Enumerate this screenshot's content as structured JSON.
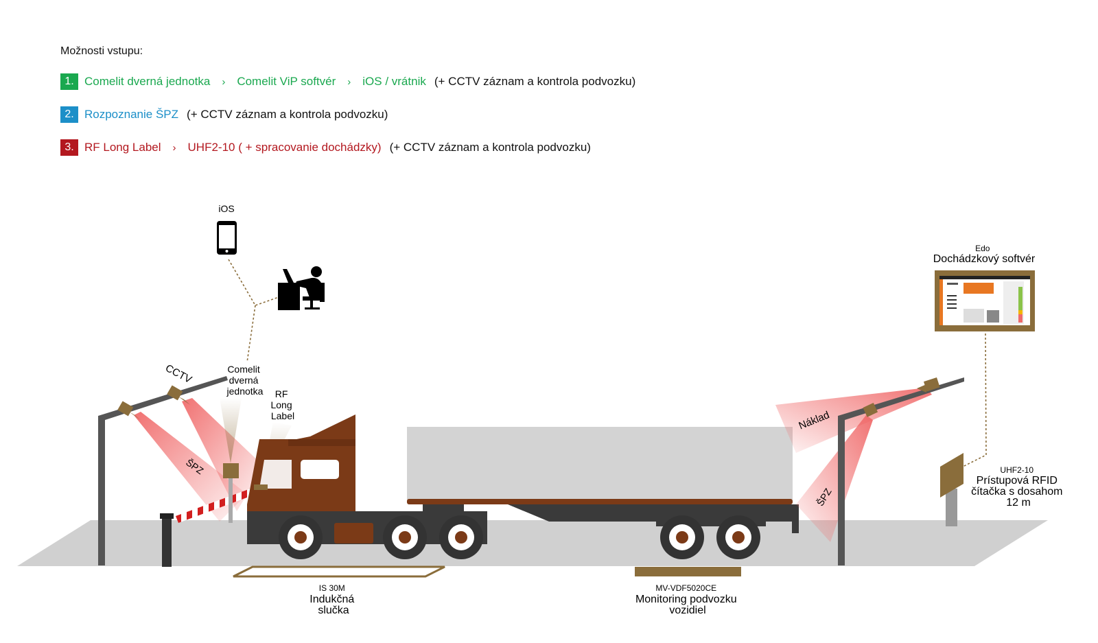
{
  "legend": {
    "title": "Možnosti vstupu:",
    "options": [
      {
        "number": "1.",
        "color": "#1aa84f",
        "steps": [
          "Comelit dverná jednotka",
          "Comelit ViP softvér",
          "iOS / vrátnik"
        ],
        "extra": "(+ CCTV záznam a kontrola podvozku)"
      },
      {
        "number": "2.",
        "color": "#1c8fc8",
        "steps": [
          "Rozpoznanie ŠPZ"
        ],
        "extra": "(+ CCTV záznam a kontrola podvozku)"
      },
      {
        "number": "3.",
        "color": "#b3181f",
        "steps": [
          "RF Long Label",
          "UHF2-10 ( + spracovanie dochádzky)"
        ],
        "extra": "(+ CCTV záznam a kontrola podvozku)"
      }
    ],
    "separator": "›"
  },
  "diagram": {
    "ios_label": "iOS",
    "cctv_label": "CCTV",
    "spz_left_label": "ŠPZ",
    "spz_right_label": "ŠPZ",
    "naklad_label": "Náklad",
    "comelit_label": [
      "Comelit",
      "dverná",
      "jednotka"
    ],
    "rf_label": [
      "RF",
      "Long",
      "Label"
    ],
    "edo_small": "Edo",
    "edo_title": "Dochádzkový softvér",
    "uhf_small": "UHF2-10",
    "uhf_title": [
      "Prístupová RFID",
      "čítačka s dosahom",
      "12 m"
    ],
    "loop_small": "IS 30M",
    "loop_title": [
      "Indukčná",
      "slučka"
    ],
    "mv_small": "MV-VDF5020CE",
    "mv_title": [
      "Monitoring podvozku",
      "vozidiel"
    ]
  },
  "colors": {
    "brown": "#8a6d3b",
    "cab": "#7b3a17",
    "beam": "#f06a6a",
    "ground": "#d0d0d0",
    "pole": "#555555"
  }
}
